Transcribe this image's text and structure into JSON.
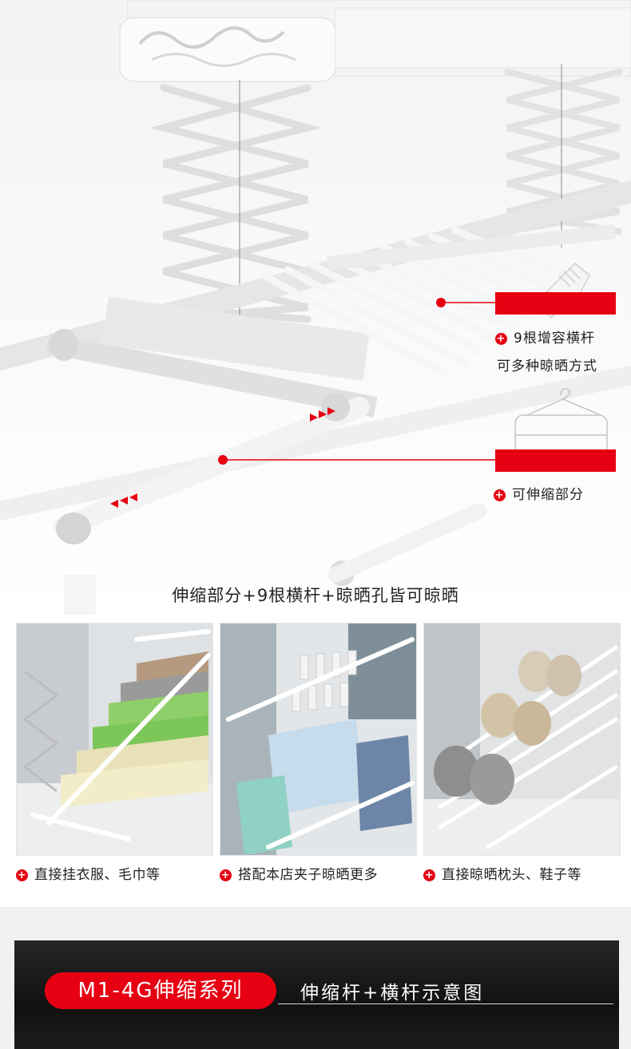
{
  "hero": {
    "callouts": [
      {
        "line1": "9根增容横杆",
        "line2": "可多种晾晒方式"
      },
      {
        "line1": "可伸缩部分"
      }
    ],
    "icons": [
      "scissor-lift-icon",
      "clothes-clip-icon",
      "clip-hanger-icon",
      "arrow-right-icon",
      "arrow-left-icon"
    ],
    "accent_color": "#e60012"
  },
  "headline": "伸缩部分+9根横杆+晾晒孔皆可晾晒",
  "photos": [
    {
      "caption": "直接挂衣服、毛巾等",
      "scene": "towels"
    },
    {
      "caption": "搭配本店夹子晾晒更多",
      "scene": "clips"
    },
    {
      "caption": "直接晾晒枕头、鞋子等",
      "scene": "shoes"
    }
  ],
  "series": {
    "name": "M1-4G伸缩系列",
    "subtitle": "伸缩杆+横杆示意图"
  }
}
